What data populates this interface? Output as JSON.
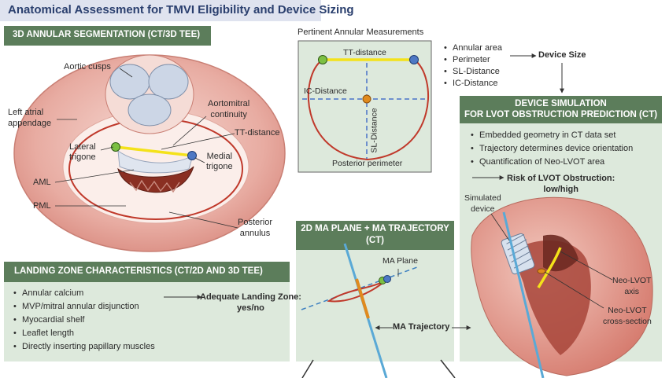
{
  "title": "Anatomical Assessment for TMVI Eligibility and Device Sizing",
  "segmentation": {
    "header": "3D ANNULAR SEGMENTATION (CT/3D TEE)",
    "labels": {
      "aortic_cusps": "Aortic cusps",
      "left_atrial_appendage": [
        "Left atrial",
        "appendage"
      ],
      "aortomitral": [
        "Aortomitral",
        "continuity"
      ],
      "tt_distance": "TT-distance",
      "lateral_trigone": [
        "Lateral",
        "trigone"
      ],
      "medial_trigone": [
        "Medial",
        "trigone"
      ],
      "aml": "AML",
      "pml": "PML",
      "posterior_annulus": [
        "Posterior",
        "annulus"
      ]
    }
  },
  "measurements": {
    "title": "Pertinent Annular Measurements",
    "box": {
      "tt": "TT-distance",
      "ic": "IC-Distance",
      "sl": "SL-Distance",
      "posterior": "Posterior perimeter"
    },
    "list": [
      "Annular area",
      "Perimeter",
      "SL-Distance",
      "IC-Distance"
    ],
    "device_size": "Device Size"
  },
  "landing": {
    "header": "LANDING ZONE CHARACTERISTICS (CT/2D AND 3D TEE)",
    "items": [
      "Annular calcium",
      "MVP/mitral annular disjunction",
      "Myocardial shelf",
      "Leaflet length",
      "Directly inserting papillary muscles"
    ],
    "result": [
      "Adequate Landing Zone:",
      "yes/no"
    ]
  },
  "ma_plane": {
    "header": [
      "2D MA PLANE + MA TRAJECTORY",
      "(CT)"
    ],
    "plane_label": "MA Plane",
    "trajectory_label": "MA Trajectory"
  },
  "device_sim": {
    "header": [
      "DEVICE SIMULATION",
      "FOR LVOT OBSTRUCTION PREDICTION (CT)"
    ],
    "items": [
      "Embedded geometry in CT data set",
      "Trajectory determines device orientation",
      "Quantification of Neo-LVOT area"
    ],
    "risk": [
      "Risk of LVOT Obstruction:",
      "low/high"
    ],
    "labels": {
      "simulated": [
        "Simulated",
        "device"
      ],
      "axis": [
        "Neo-LVOT",
        "axis"
      ],
      "cross": [
        "Neo-LVOT",
        "cross-section"
      ]
    }
  },
  "colors": {
    "header_green": "#5c7d5b",
    "panel_green": "#dde9dc",
    "title_blue": "#2a3f6e",
    "annulus_red": "#c0392b",
    "tt_yellow": "#f4e21a",
    "axis_blue": "#3c7fc0",
    "trajectory_blue": "#5aa9d6",
    "landmark_orange": "#e08a1e"
  }
}
